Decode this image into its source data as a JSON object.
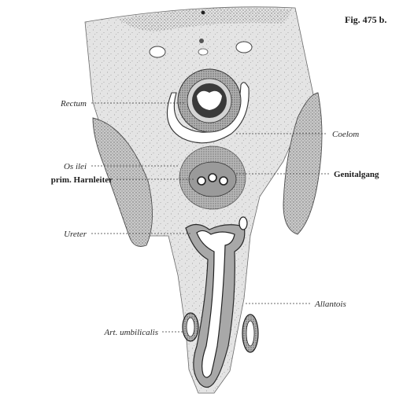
{
  "figure": {
    "number": "Fig. 475 b."
  },
  "labels": {
    "left": {
      "rectum": "Rectum",
      "os_ilei": "Os ilei",
      "prim_harnleiter": "prim. Harnleiter",
      "ureter": "Ureter",
      "art_umbilicalis": "Art. umbilicalis"
    },
    "right": {
      "coelom": "Coelom",
      "genitalgang": "Genitalgang",
      "allantois": "Allantois"
    }
  },
  "colors": {
    "tissue": "#e3e3e3",
    "stipple": "#8a8a8a",
    "dense": "#b9b9b9",
    "outline": "#555555",
    "cavity": "#ffffff"
  }
}
